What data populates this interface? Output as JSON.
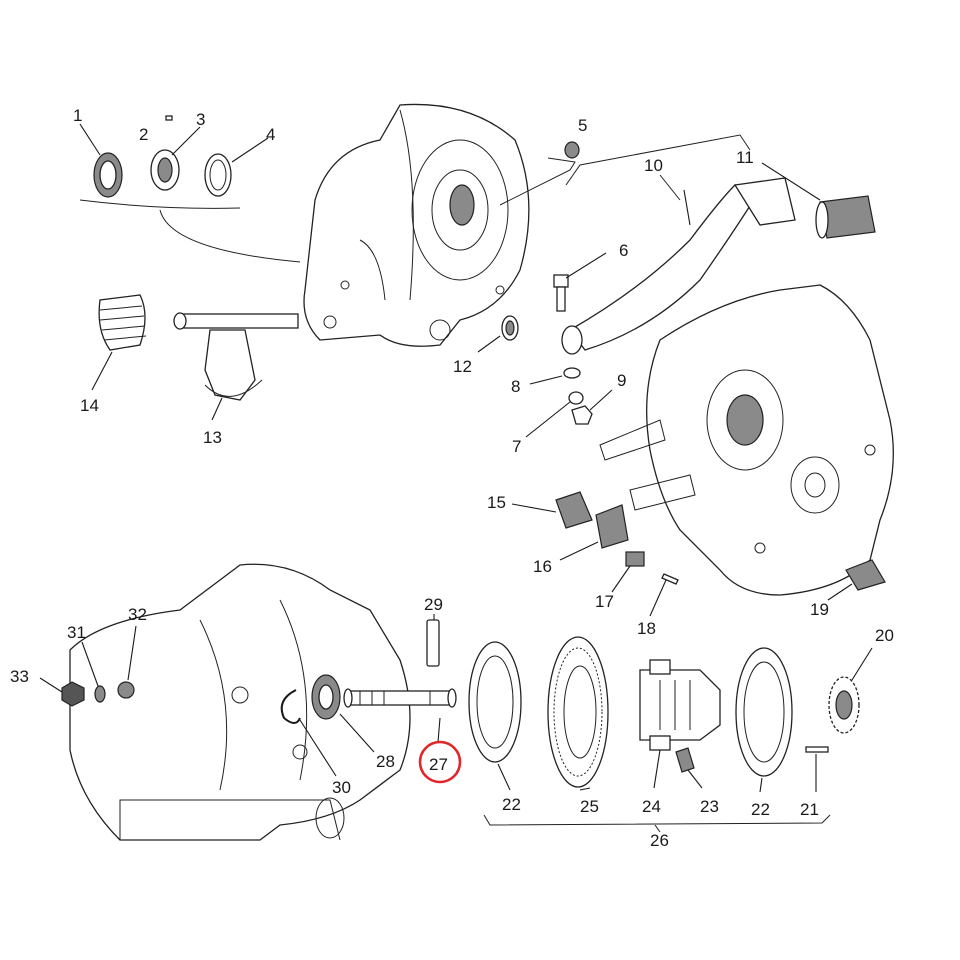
{
  "callouts": {
    "c1": "1",
    "c2": "2",
    "c3": "3",
    "c4": "4",
    "c5": "5",
    "c6": "6",
    "c7": "7",
    "c8": "8",
    "c9": "9",
    "c10": "10",
    "c11": "11",
    "c12": "12",
    "c13": "13",
    "c14": "14",
    "c15": "15",
    "c16": "16",
    "c17": "17",
    "c18": "18",
    "c19": "19",
    "c20": "20",
    "c21": "21",
    "c22a": "22",
    "c22b": "22",
    "c23": "23",
    "c24": "24",
    "c25": "25",
    "c26": "26",
    "c27": "27",
    "c28": "28",
    "c29": "29",
    "c30": "30",
    "c31": "31",
    "c32": "32",
    "c33": "33"
  },
  "highlight": {
    "color": "#e0262b",
    "callout": "27"
  }
}
